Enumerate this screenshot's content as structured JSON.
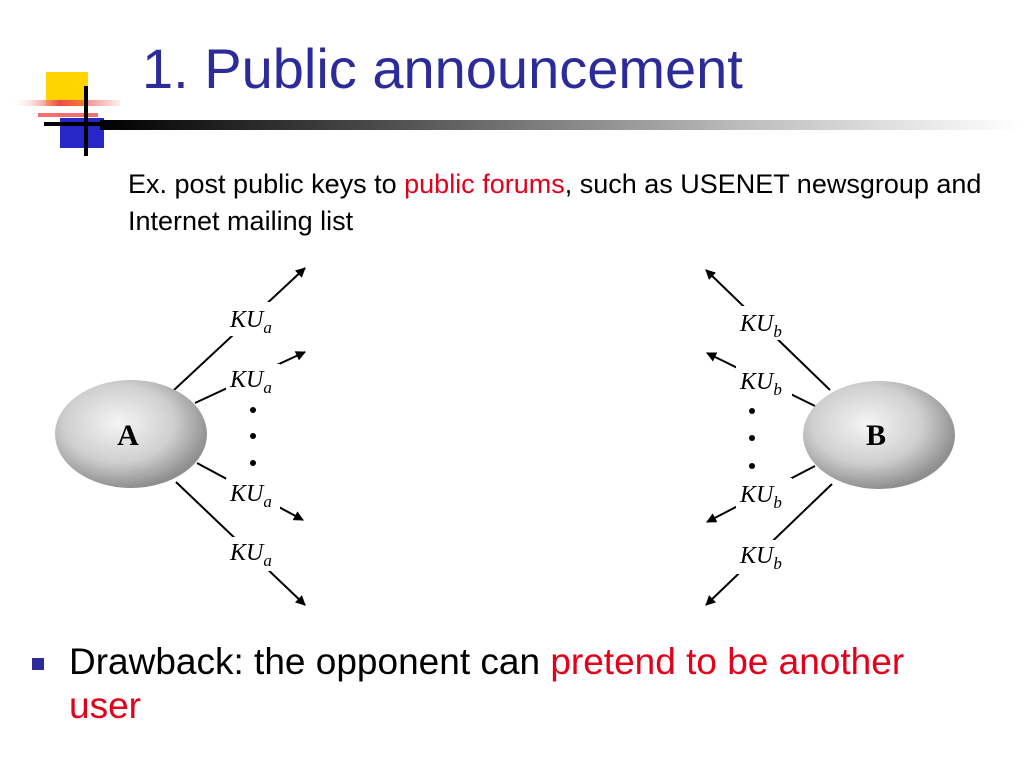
{
  "slide": {
    "title": "1. Public announcement",
    "example": {
      "prefix": "Ex. post public keys to ",
      "highlight": "public forums",
      "suffix": ", such as USENET newsgroup and Internet mailing list"
    },
    "bullet": {
      "prefix": "Drawback: the opponent can ",
      "highlight": "pretend to be another user"
    }
  },
  "diagram": {
    "node_a_label": "A",
    "node_b_label": "B",
    "key_a_base": "KU",
    "key_a_subscript": "a",
    "key_b_base": "KU",
    "key_b_subscript": "b"
  },
  "colors": {
    "title": "#2b2b9a",
    "highlight": "#e3001b",
    "bullet": "#2b2b9a"
  }
}
